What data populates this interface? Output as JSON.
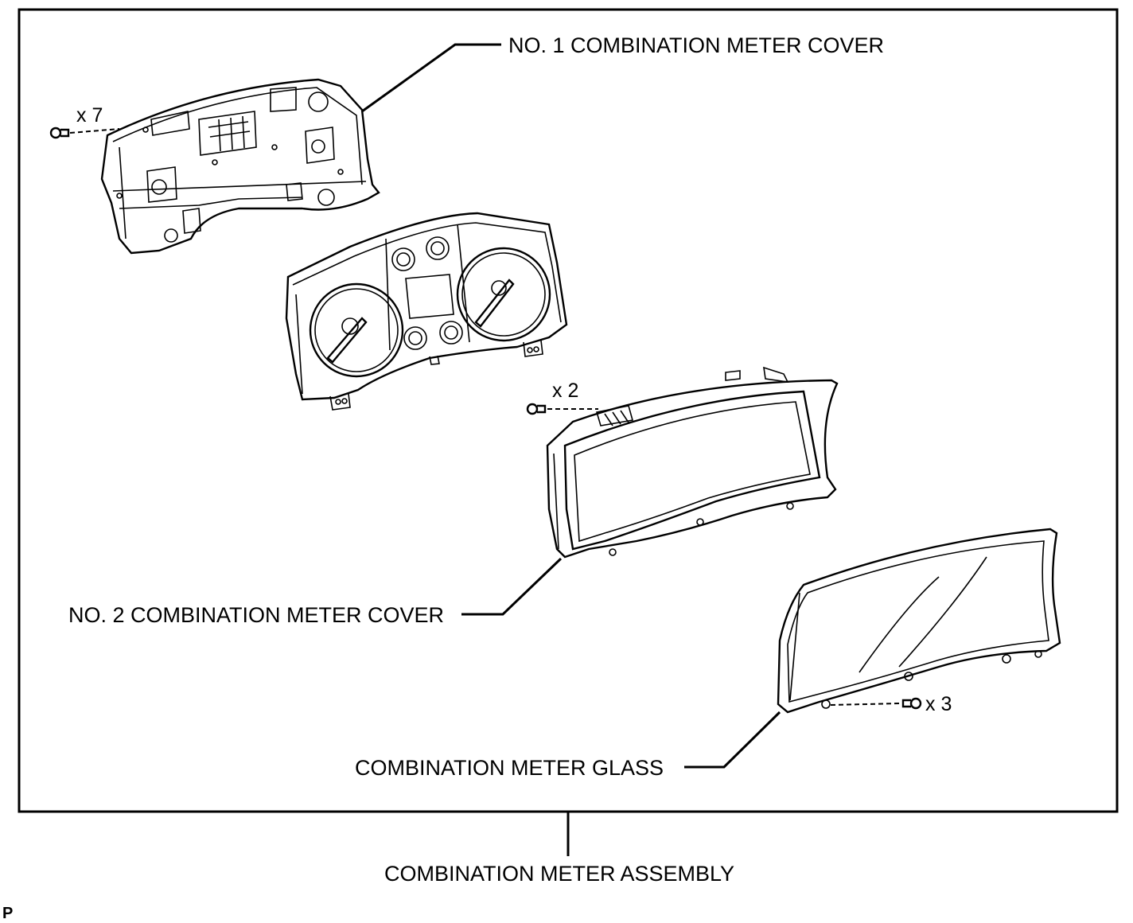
{
  "labels": {
    "cover1": "NO. 1 COMBINATION METER COVER",
    "cover2": "NO. 2 COMBINATION METER COVER",
    "glass": "COMBINATION METER GLASS",
    "assembly": "COMBINATION METER ASSEMBLY"
  },
  "quantities": {
    "screws_cover1": "x 7",
    "screws_cover2": "x 2",
    "screws_glass": "x 3"
  },
  "corner_mark": "P"
}
